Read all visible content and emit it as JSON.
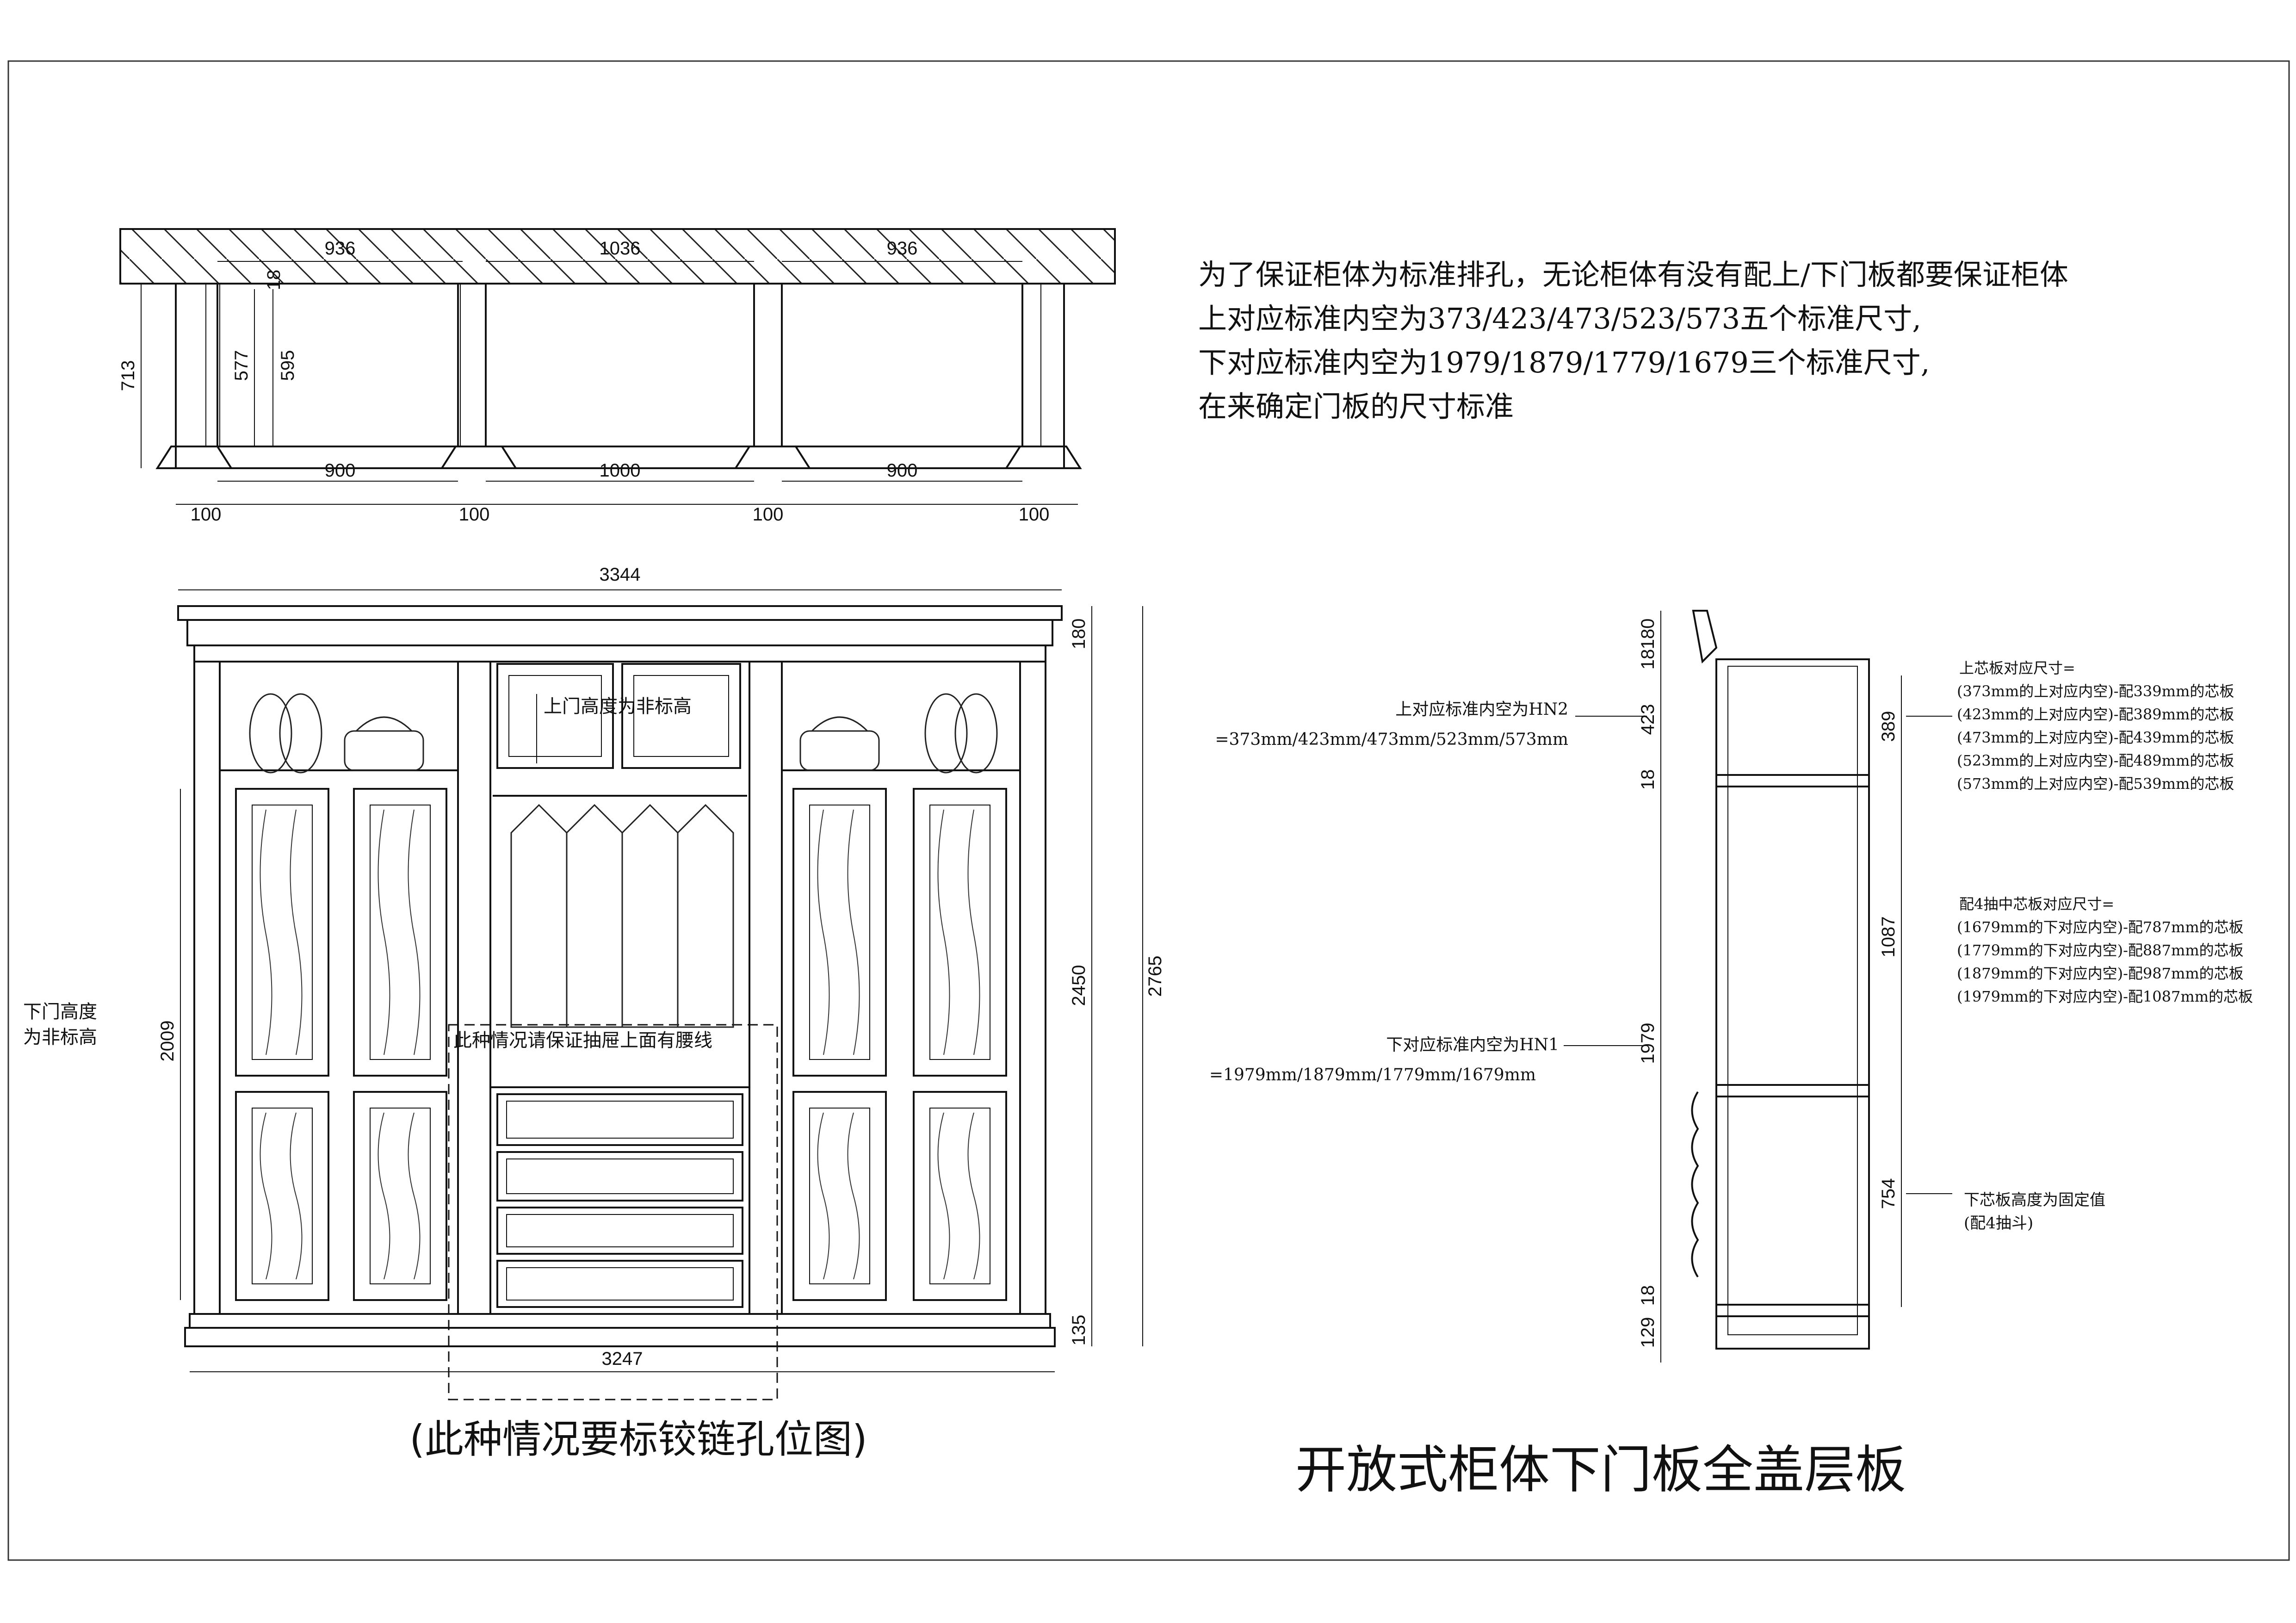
{
  "title_main": "开放式柜体下门板全盖层板",
  "subtitle_left": "(此种情况要标铰链孔位图)",
  "notes": [
    "为了保证柜体为标准排孔，无论柜体有没有配上/下门板都要保证柜体",
    "上对应标准内空为373/423/473/523/573五个标准尺寸,",
    "下对应标准内空为1979/1879/1779/1679三个标准尺寸,",
    "在来确定门板的尺寸标准"
  ],
  "plan_dims": {
    "widths_top": [
      "936",
      "1036",
      "936"
    ],
    "widths_inner": [
      "900",
      "1000",
      "900"
    ],
    "posts": [
      "100",
      "100",
      "100",
      "100"
    ],
    "depth_outer": "713",
    "depth_a": "577",
    "depth_b": "595",
    "gap": "18"
  },
  "front_dims": {
    "total_width": "3344",
    "base_width": "3247",
    "h_total": "2765",
    "h_body": "2450",
    "h_top": "180",
    "h_base": "135",
    "h_door": "2009"
  },
  "front_labels": {
    "lower_door_line1": "下门高度",
    "lower_door_line2": "为非标高",
    "upper_door": "上门高度为非标高",
    "waist_note": "此种情况请保证抽屉上面有腰线"
  },
  "side_dims": {
    "left": [
      "180",
      "18",
      "423",
      "18",
      "1979",
      "18",
      "129"
    ],
    "right": [
      "389",
      "1087",
      "754"
    ]
  },
  "side_labels": {
    "upper_line1": "上对应标准内空为HN2",
    "upper_line2": "=373mm/423mm/473mm/523mm/573mm",
    "lower_line1": "下对应标准内空为HN1",
    "lower_line2": "=1979mm/1879mm/1779mm/1679mm",
    "upper_core": [
      "上芯板对应尺寸=",
      "(373mm的上对应内空)-配339mm的芯板",
      "(423mm的上对应内空)-配389mm的芯板",
      "(473mm的上对应内空)-配439mm的芯板",
      "(523mm的上对应内空)-配489mm的芯板",
      "(573mm的上对应内空)-配539mm的芯板"
    ],
    "mid_core": [
      "配4抽中芯板对应尺寸=",
      "(1679mm的下对应内空)-配787mm的芯板",
      "(1779mm的下对应内空)-配887mm的芯板",
      "(1879mm的下对应内空)-配987mm的芯板",
      "(1979mm的下对应内空)-配1087mm的芯板"
    ],
    "lower_core": [
      "下芯板高度为固定值",
      "(配4抽斗)"
    ]
  }
}
